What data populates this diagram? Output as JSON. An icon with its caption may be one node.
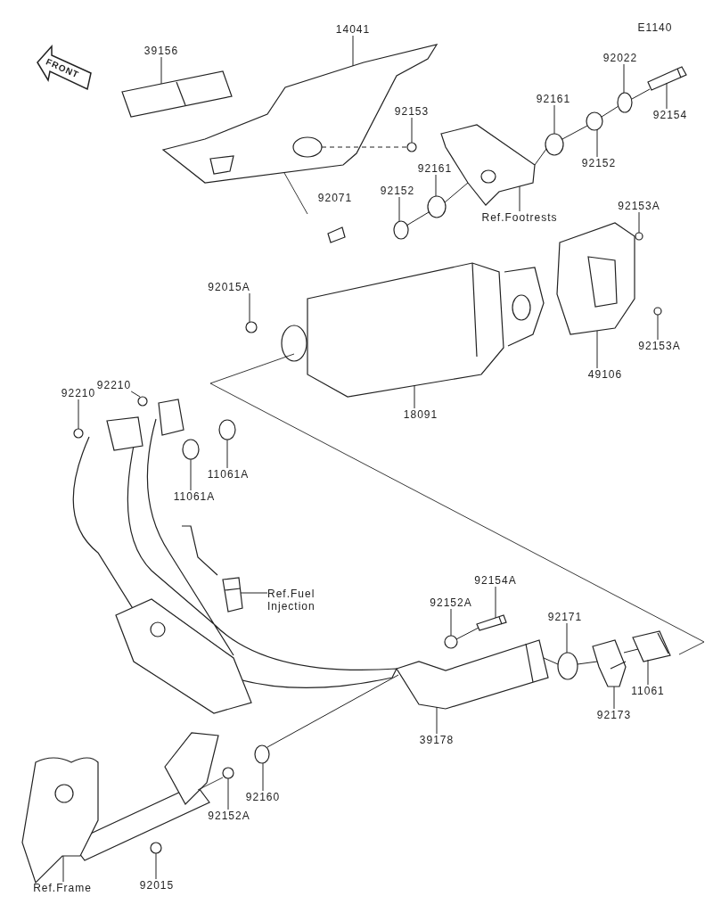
{
  "diagram": {
    "nodes": [
      {
        "text": [
          "39156"
        ]
      },
      {
        "text": [
          "14041"
        ]
      },
      {
        "text": [
          "92153"
        ]
      },
      {
        "text": [
          "92022"
        ]
      },
      {
        "text": [
          "92154"
        ]
      },
      {
        "text": [
          "92161"
        ]
      },
      {
        "text": [
          "92152"
        ]
      },
      {
        "text": [
          "92161"
        ]
      },
      {
        "text": [
          "92152"
        ]
      },
      {
        "text": [
          "Ref.Footrests"
        ]
      },
      {
        "text": [
          "92153A"
        ]
      },
      {
        "text": [
          "92015A"
        ]
      },
      {
        "text": [
          "92153A"
        ]
      },
      {
        "text": [
          "49106"
        ]
      },
      {
        "text": [
          "18091"
        ]
      },
      {
        "text": [
          "92210"
        ]
      },
      {
        "text": [
          "92210"
        ]
      },
      {
        "text": [
          "11061A"
        ]
      },
      {
        "text": [
          "11061A"
        ]
      },
      {
        "text": [
          "Ref.Fuel Injection"
        ]
      },
      {
        "text": [
          "92154A"
        ]
      },
      {
        "text": [
          "92152A"
        ]
      },
      {
        "text": [
          "92171"
        ]
      },
      {
        "text": [
          "11061"
        ]
      },
      {
        "text": [
          "92173"
        ]
      },
      {
        "text": [
          "39178"
        ]
      },
      {
        "text": [
          "92160"
        ]
      },
      {
        "text": [
          "92152A"
        ]
      },
      {
        "text": [
          "92015"
        ]
      },
      {
        "text": [
          "Ref.Frame"
        ]
      },
      {
        "text": [],
        "shape": "picture"
      },
      {
        "text": [],
        "shape": "picture"
      },
      {
        "text": [],
        "shape": "circle"
      },
      {
        "text": [],
        "shape": "circle"
      },
      {
        "text": [],
        "shape": "picture"
      },
      {
        "text": [],
        "shape": "circle"
      },
      {
        "text": [],
        "shape": "circle"
      },
      {
        "text": [],
        "shape": "circle"
      },
      {
        "text": [],
        "shape": "circle"
      },
      {
        "text": [],
        "shape": "picture"
      },
      {
        "text": [],
        "shape": "circle"
      },
      {
        "text": [],
        "shape": "circle"
      },
      {
        "text": [],
        "shape": "circle"
      },
      {
        "text": [],
        "shape": "picture"
      },
      {
        "text": [],
        "shape": "picture"
      },
      {
        "text": [],
        "shape": "circle"
      },
      {
        "text": [],
        "shape": "circle"
      },
      {
        "text": [],
        "shape": "circle"
      },
      {
        "text": [],
        "shape": "circle"
      },
      {
        "text": [],
        "shape": "picture"
      },
      {
        "text": [],
        "shape": "picture"
      },
      {
        "text": [],
        "shape": "circle"
      },
      {
        "text": [],
        "shape": "circle"
      },
      {
        "text": [],
        "shape": "picture"
      },
      {
        "text": [],
        "shape": "picture"
      },
      {
        "text": [],
        "shape": "picture"
      },
      {
        "text": [],
        "shape": "circle"
      },
      {
        "text": [],
        "shape": "circle"
      },
      {
        "text": [],
        "shape": "circle"
      },
      {
        "text": [],
        "shape": "picture"
      }
    ],
    "edges": [
      {
        "from": 0,
        "to": 30,
        "arrow": "none"
      },
      {
        "from": 1,
        "to": 31,
        "arrow": "none"
      },
      {
        "from": 2,
        "to": 32,
        "arrow": "none"
      },
      {
        "from": 3,
        "to": 33,
        "arrow": "none"
      },
      {
        "from": 4,
        "to": 34,
        "arrow": "none"
      },
      {
        "from": 5,
        "to": 35,
        "arrow": "none"
      },
      {
        "from": 6,
        "to": 36,
        "arrow": "none"
      },
      {
        "from": 7,
        "to": 37,
        "arrow": "none"
      },
      {
        "from": 8,
        "to": 38,
        "arrow": "none"
      },
      {
        "from": 9,
        "to": 39,
        "arrow": "none"
      },
      {
        "from": 10,
        "to": 40,
        "arrow": "none"
      },
      {
        "from": 11,
        "to": 41,
        "arrow": "none"
      },
      {
        "from": 12,
        "to": 42,
        "arrow": "none"
      },
      {
        "from": 13,
        "to": 43,
        "arrow": "none"
      },
      {
        "from": 14,
        "to": 44,
        "arrow": "none"
      },
      {
        "from": 15,
        "to": 45,
        "arrow": "none"
      },
      {
        "from": 16,
        "to": 46,
        "arrow": "none"
      },
      {
        "from": 17,
        "to": 47,
        "arrow": "none"
      },
      {
        "from": 18,
        "to": 48,
        "arrow": "none"
      },
      {
        "from": 19,
        "to": 49,
        "arrow": "none"
      },
      {
        "from": 20,
        "to": 50,
        "arrow": "none"
      },
      {
        "from": 21,
        "to": 51,
        "arrow": "none"
      },
      {
        "from": 22,
        "to": 52,
        "arrow": "none"
      },
      {
        "from": 23,
        "to": 53,
        "arrow": "none"
      },
      {
        "from": 24,
        "to": 54,
        "arrow": "none"
      },
      {
        "from": 25,
        "to": 55,
        "arrow": "none"
      },
      {
        "from": 26,
        "to": 56,
        "arrow": "none"
      },
      {
        "from": 27,
        "to": 57,
        "arrow": "none"
      },
      {
        "from": 28,
        "to": 58,
        "arrow": "none"
      },
      {
        "from": 29,
        "to": 59,
        "arrow": "none"
      },
      {
        "from": 31,
        "to": 32,
        "arrow": "none",
        "style": "dashed"
      },
      {
        "from": 38,
        "to": 37,
        "arrow": "none"
      },
      {
        "from": 37,
        "to": 39,
        "arrow": "none"
      },
      {
        "from": 39,
        "to": 35,
        "arrow": "none"
      },
      {
        "from": 35,
        "to": 36,
        "arrow": "none"
      },
      {
        "from": 36,
        "to": 33,
        "arrow": "none"
      },
      {
        "from": 33,
        "to": 34,
        "arrow": "none"
      },
      {
        "from": 51,
        "to": 50,
        "arrow": "none"
      },
      {
        "from": 55,
        "to": 52,
        "arrow": "none"
      },
      {
        "from": 52,
        "to": 54,
        "arrow": "none"
      },
      {
        "from": 54,
        "to": 53,
        "arrow": "none"
      },
      {
        "from": 55,
        "to": 56,
        "arrow": "none"
      }
    ],
    "labels": [
      "E1140",
      "FRONT",
      "92071"
    ]
  }
}
